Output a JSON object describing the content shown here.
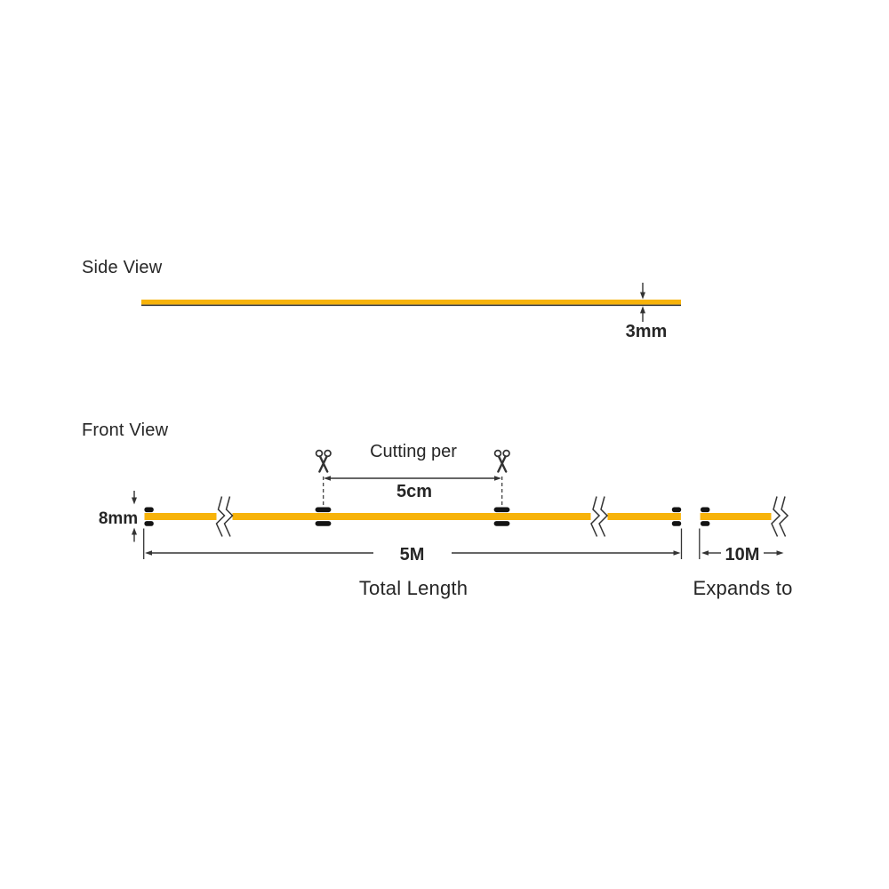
{
  "colors": {
    "strip_yellow": "#F7B30A",
    "line_dark": "#333333",
    "pad_black": "#141414",
    "text_dark": "#262626",
    "background": "#FFFFFF"
  },
  "side_view": {
    "title": "Side View",
    "thickness_value": "3mm"
  },
  "front_view": {
    "title": "Front View",
    "cutting_label": "Cutting per",
    "cutting_pitch_value": "5cm",
    "strip_width_value": "8mm",
    "total_length_value": "5M",
    "total_length_label": "Total Length",
    "expands_value": "10M",
    "expands_label": "Expands to"
  },
  "icons": {
    "scissors_left": "scissors-icon",
    "scissors_right": "scissors-icon"
  }
}
